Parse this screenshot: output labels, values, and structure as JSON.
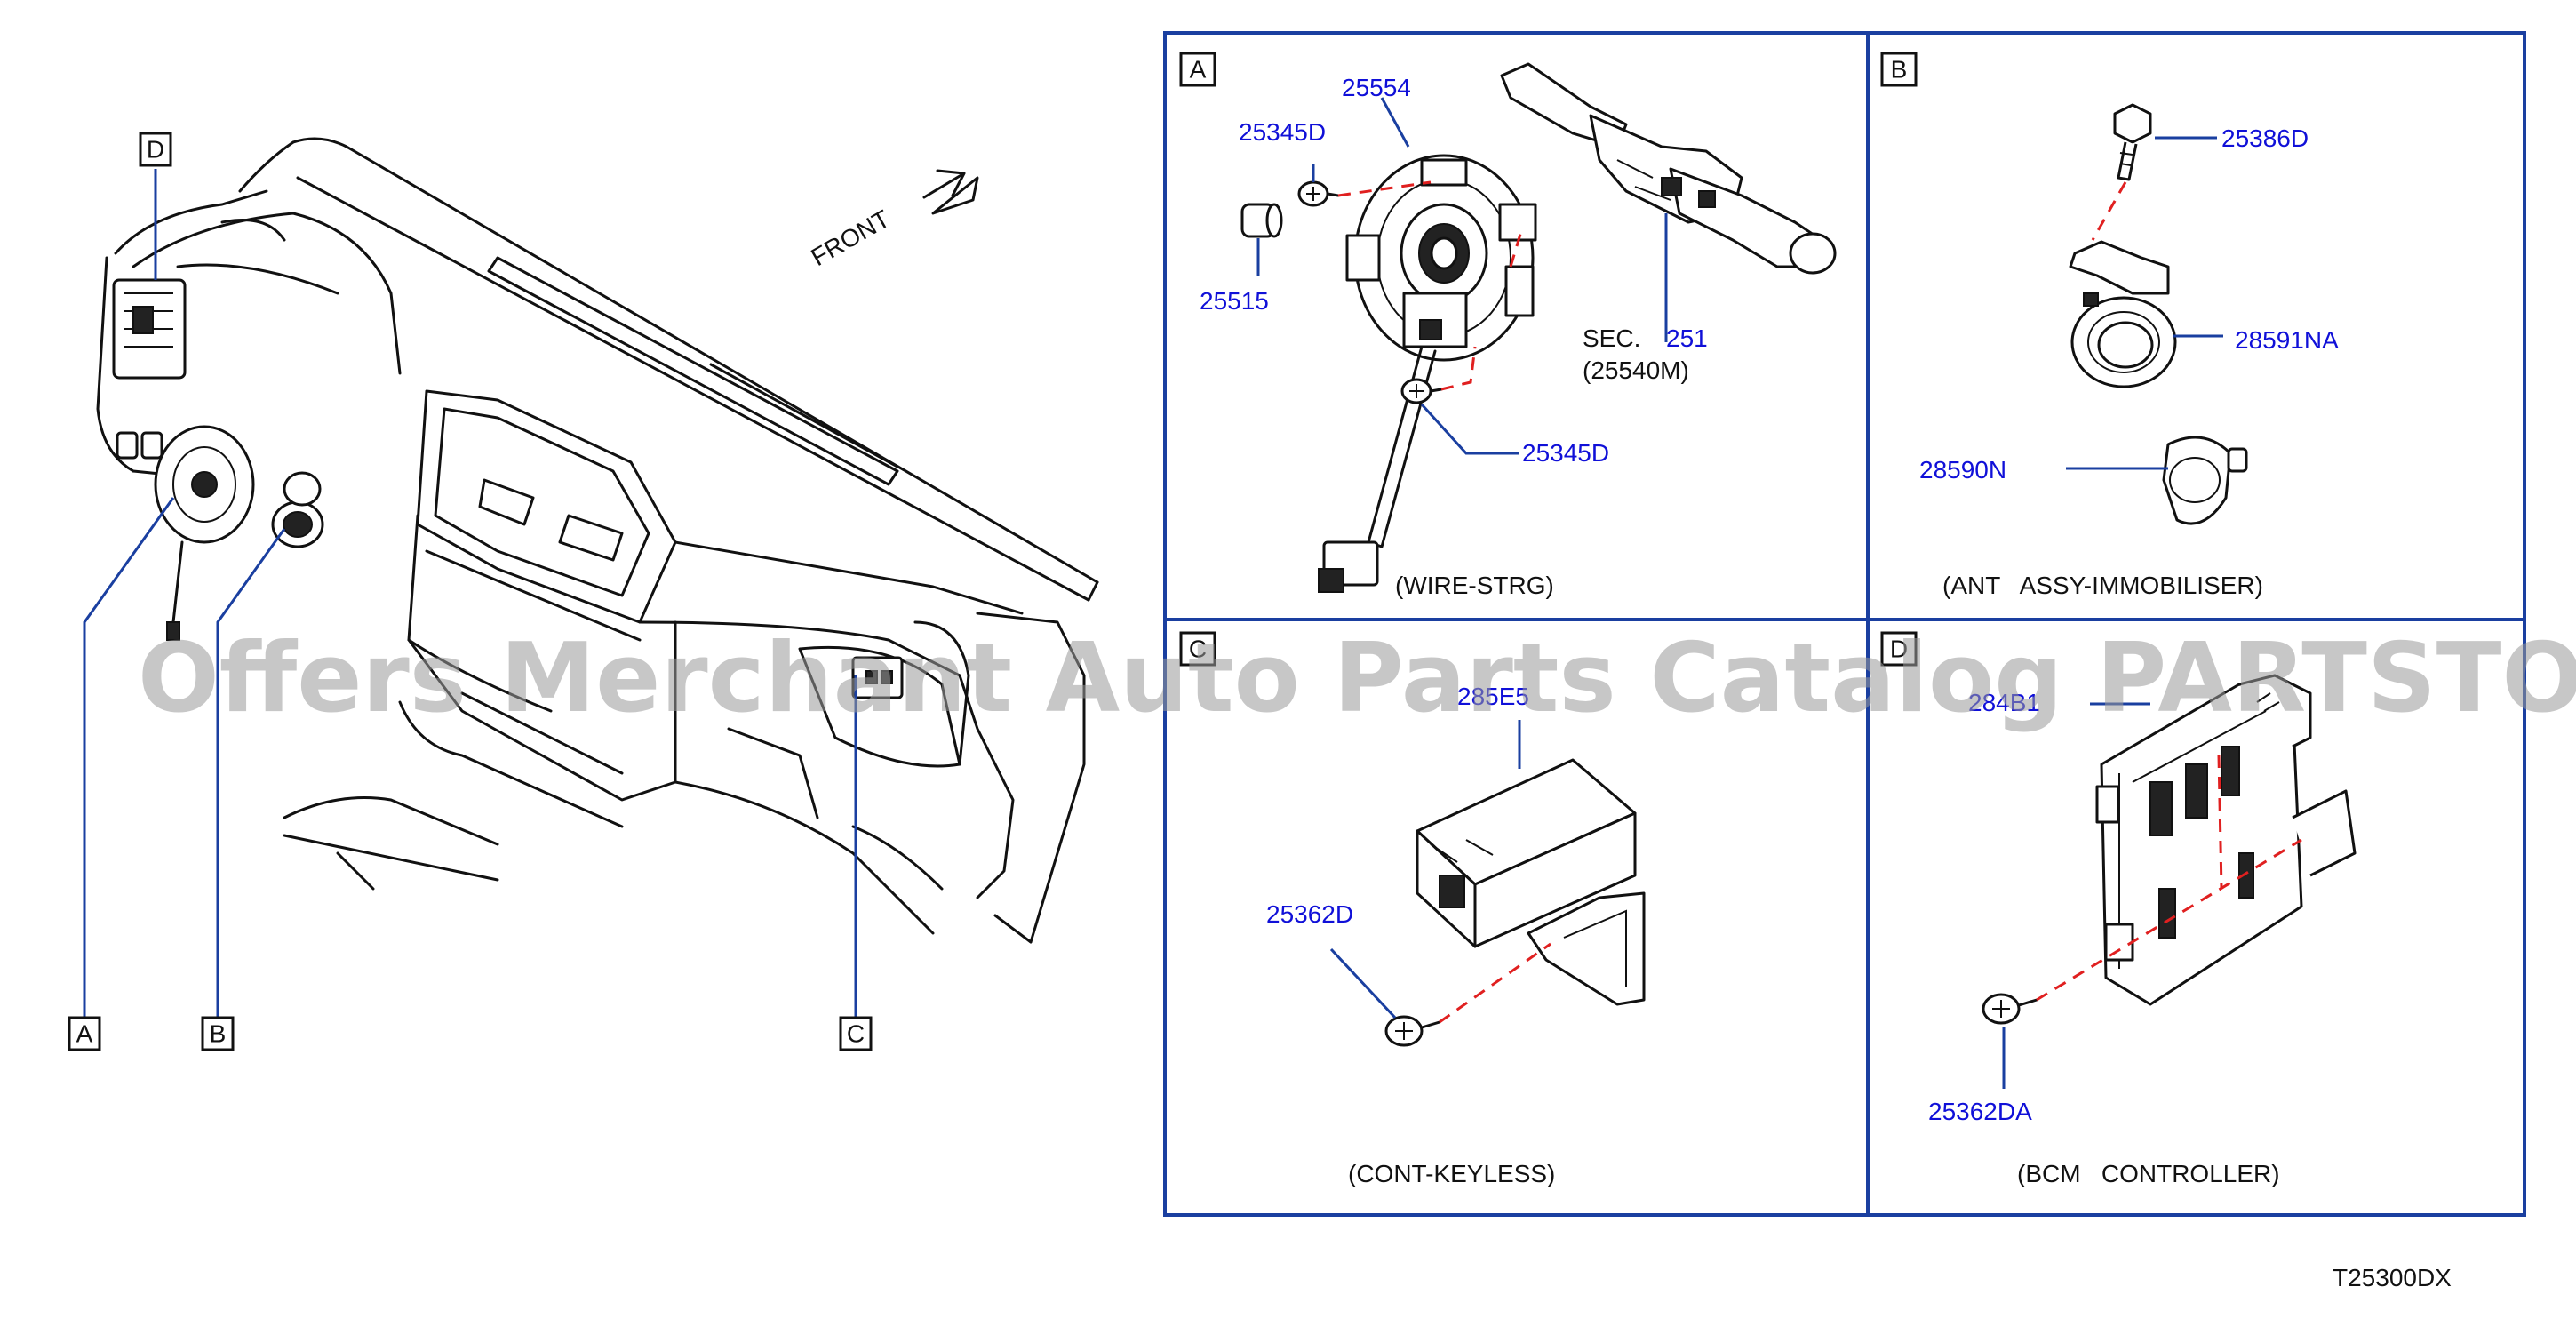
{
  "drawing_id": "T25300DX",
  "front_label": "FRONT",
  "watermark": "Offers Merchant Auto Parts Catalog PARTSTORE.SA",
  "overview_callouts": [
    "D",
    "A",
    "B",
    "C"
  ],
  "panels": {
    "A": {
      "letter": "A",
      "caption": "(WIRE-STRG)",
      "parts": [
        "25554",
        "25345D",
        "25515",
        "25345D"
      ],
      "sec_prefix": "SEC.",
      "sec_number": "251",
      "sec_sub": "(25540M)"
    },
    "B": {
      "letter": "B",
      "caption": "(ANT   ASSY-IMMOBILISER)",
      "parts": [
        "25386D",
        "28591NA",
        "28590N"
      ]
    },
    "C": {
      "letter": "C",
      "caption": "(CONT-KEYLESS)",
      "parts": [
        "285E5",
        "25362D"
      ]
    },
    "D": {
      "letter": "D",
      "caption": "(BCM   CONTROLLER)",
      "parts": [
        "284B1",
        "25362DA"
      ]
    }
  }
}
